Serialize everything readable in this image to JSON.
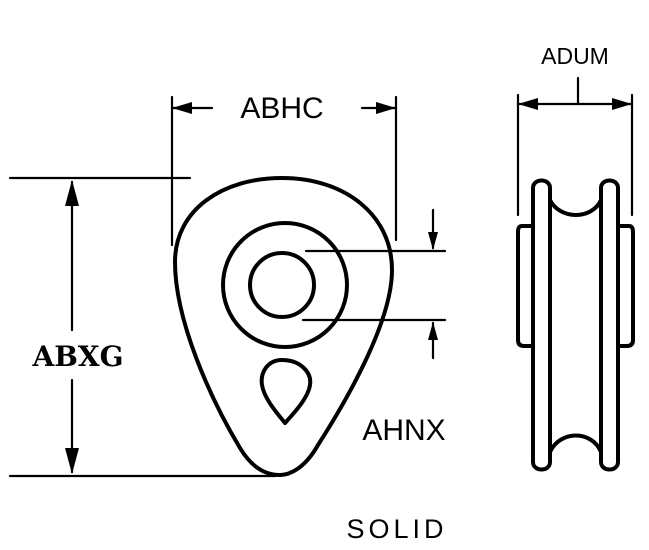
{
  "labels": {
    "width_dim": "ABHC",
    "height_dim": "ABXG",
    "groove_dim": "AHNX",
    "side_width_dim": "ADUM",
    "caption": "SOLID"
  }
}
